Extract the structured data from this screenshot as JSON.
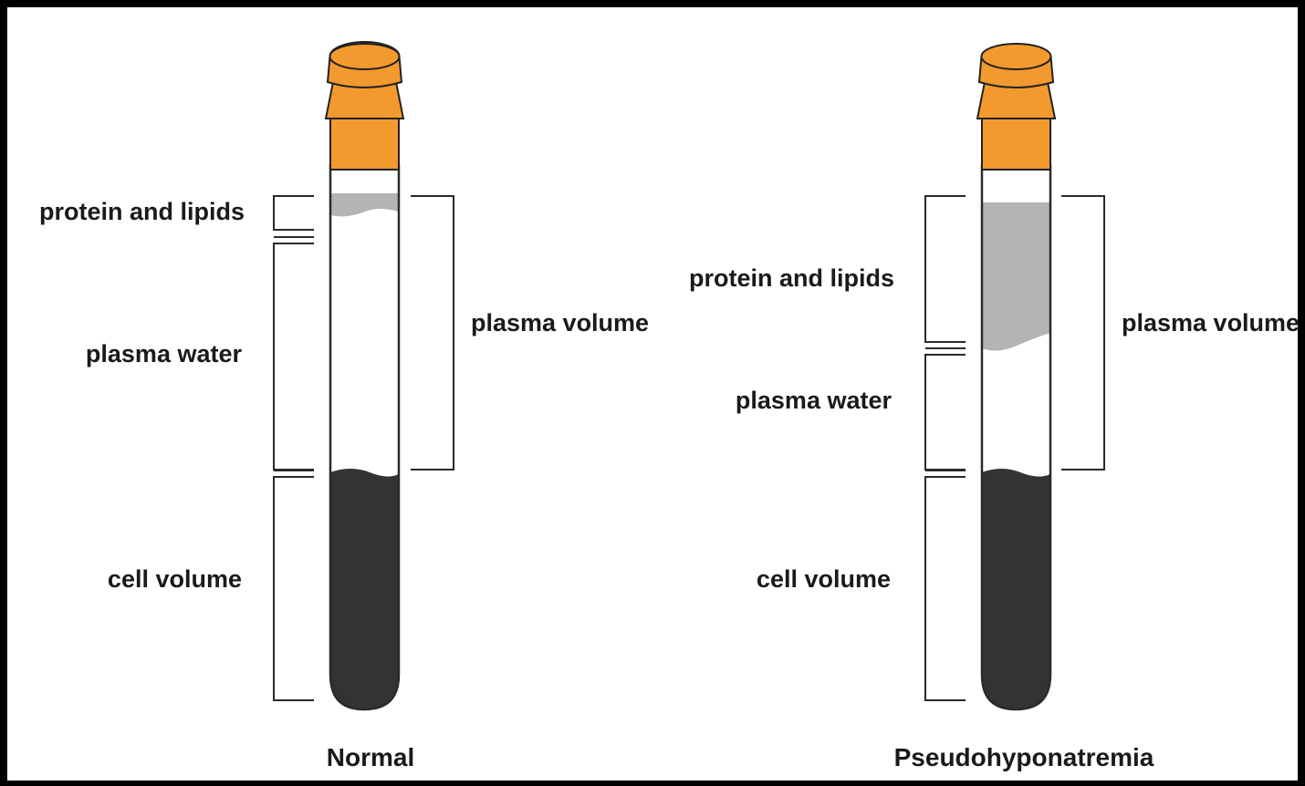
{
  "colors": {
    "background_frame": "#000000",
    "canvas": "#ffffff",
    "cap": "#f39a2e",
    "cap_outline": "#222222",
    "protein_lipids": "#b4b4b4",
    "plasma_water": "#ffffff",
    "cells": "#333333"
  },
  "tubes": [
    {
      "caption": "Normal",
      "labels": {
        "protein_lipids": "protein and lipids",
        "plasma_water": "plasma water",
        "cell_volume": "cell volume",
        "plasma_volume": "plasma volume"
      }
    },
    {
      "caption": "Pseudohyponatremia",
      "labels": {
        "protein_lipids": "protein and lipids",
        "plasma_water": "plasma water",
        "cell_volume": "cell volume",
        "plasma_volume": "plasma volume"
      }
    }
  ]
}
